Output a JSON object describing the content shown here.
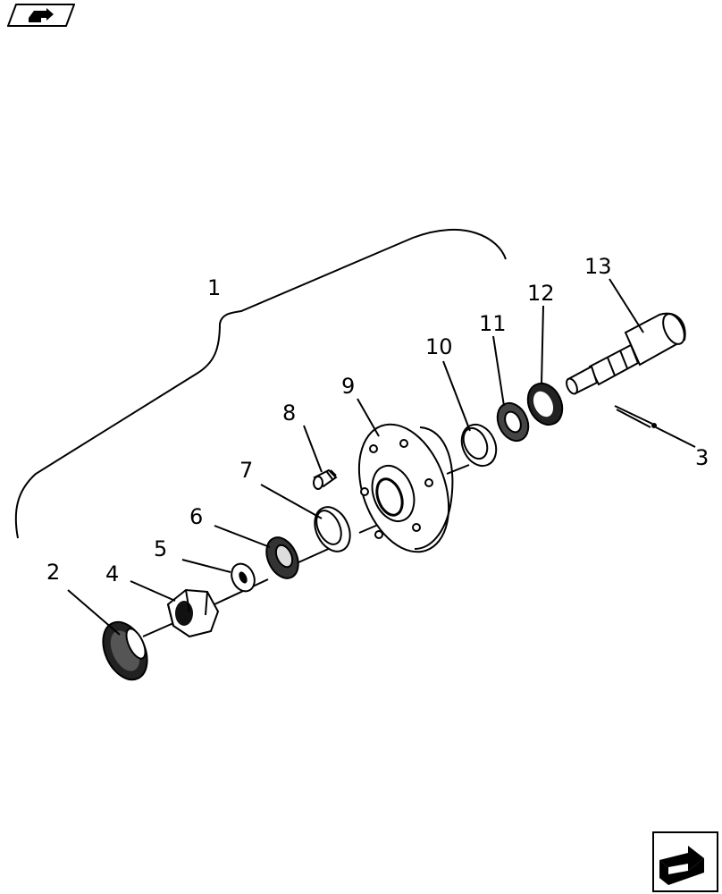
{
  "navigation": {
    "prev_icon": "page-back-arrow-icon",
    "next_icon": "page-forward-arrow-icon"
  },
  "callouts": {
    "c1": "1",
    "c2": "2",
    "c3": "3",
    "c4": "4",
    "c5": "5",
    "c6": "6",
    "c7": "7",
    "c8": "8",
    "c9": "9",
    "c10": "10",
    "c11": "11",
    "c12": "12",
    "c13": "13"
  }
}
